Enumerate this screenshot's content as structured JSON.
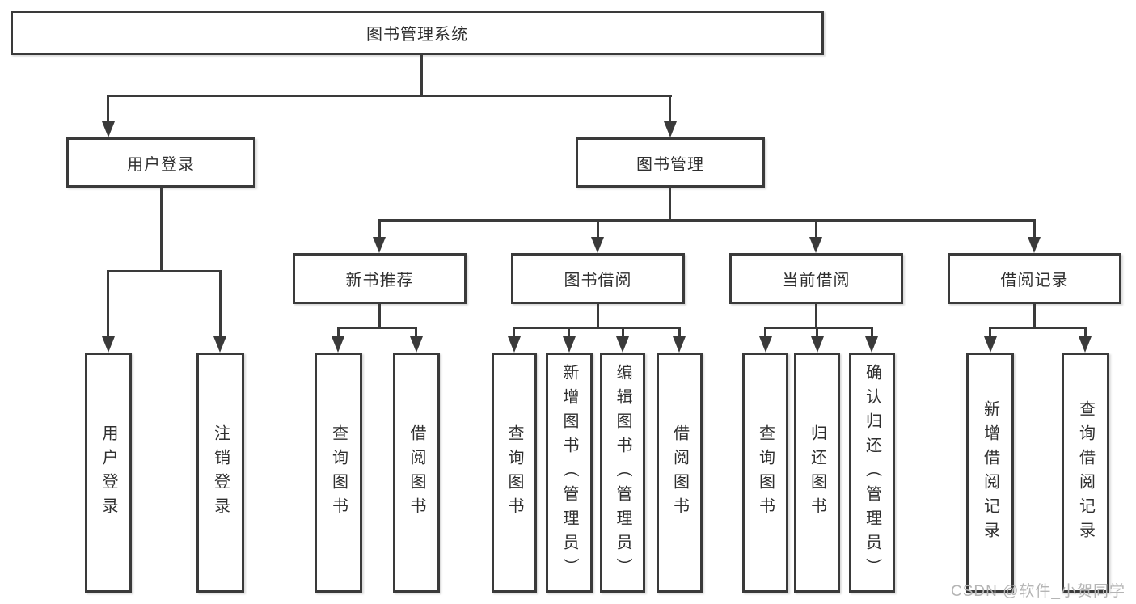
{
  "tree": {
    "label": "图书管理系统",
    "children": [
      {
        "label": "用户登录",
        "children": [
          {
            "label": "用户登录"
          },
          {
            "label": "注销登录"
          }
        ]
      },
      {
        "label": "图书管理",
        "children": [
          {
            "label": "新书推荐",
            "children": [
              {
                "label": "查询图书"
              },
              {
                "label": "借阅图书"
              }
            ]
          },
          {
            "label": "图书借阅",
            "children": [
              {
                "label": "查询图书"
              },
              {
                "label": "新增图书（管理员）"
              },
              {
                "label": "编辑图书（管理员）"
              },
              {
                "label": "借阅图书"
              }
            ]
          },
          {
            "label": "当前借阅",
            "children": [
              {
                "label": "查询图书"
              },
              {
                "label": "归还图书"
              },
              {
                "label": "确认归还（管理员）"
              }
            ]
          },
          {
            "label": "借阅记录",
            "children": [
              {
                "label": "新增借阅记录"
              },
              {
                "label": "查询借阅记录"
              }
            ]
          }
        ]
      }
    ]
  },
  "watermark": "CSDN @软件_小贺同学",
  "colors": {
    "line": "#3a3a3a",
    "text": "#2f2f2f",
    "watermark": "#b5b5b5",
    "background": "#ffffff"
  }
}
